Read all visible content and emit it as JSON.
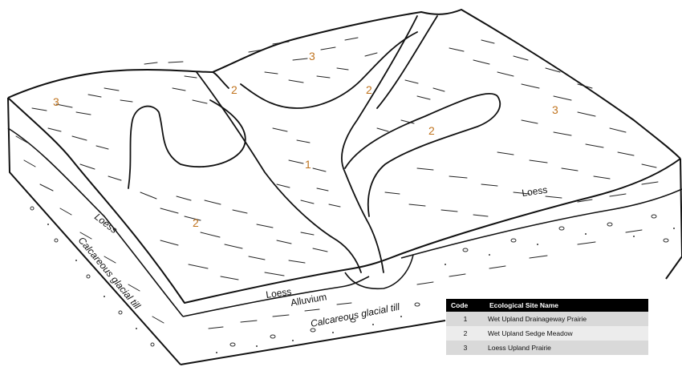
{
  "site_codes": {
    "code_1": "1",
    "code_2": "2",
    "code_3": "3"
  },
  "labels": {
    "loess": "Loess",
    "alluvium": "Alluvium",
    "calcareous_glacial_till": "Calcareous glacial till"
  },
  "legend": {
    "header_code": "Code",
    "header_name": "Ecological Site Name",
    "rows": [
      {
        "code": "1",
        "name": "Wet Upland Drainageway Prairie"
      },
      {
        "code": "2",
        "name": "Wet Upland Sedge Meadow"
      },
      {
        "code": "3",
        "name": "Loess Upland Prairie"
      }
    ]
  },
  "colors": {
    "code_label": "#c0741f",
    "legend_header": "#000000",
    "legend_row_dark": "#d9d9d9",
    "legend_row_light": "#ececec"
  }
}
